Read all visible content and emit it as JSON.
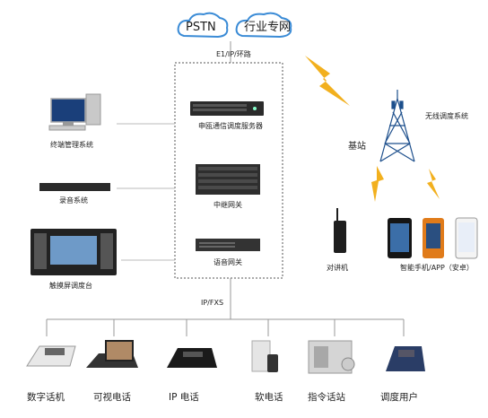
{
  "clouds": {
    "left": "PSTN",
    "right": "行业专网"
  },
  "link_label": "E1/IP/环路",
  "servers": {
    "dispatch_server": "申瓯通信调度服务器",
    "relay_gateway": "中继网关",
    "voice_gateway": "语音网关"
  },
  "left_systems": {
    "terminal_mgmt": "终端管理系统",
    "recording": "录音系统",
    "touch_console": "触摸屏调度台"
  },
  "wireless": {
    "system": "无线调度系统",
    "base_station": "基站",
    "walkie_talkie": "对讲机",
    "smartphone": "智能手机/APP（安卓）"
  },
  "bus_label": "IP/FXS",
  "bottom_devices": [
    "数字话机",
    "可视电话",
    "IP 电话",
    "软电话",
    "指令话站",
    "调度用户"
  ],
  "colors": {
    "cloud_stroke": "#3a8bd6",
    "bolt": "#f2b01e",
    "line": "#999999"
  }
}
